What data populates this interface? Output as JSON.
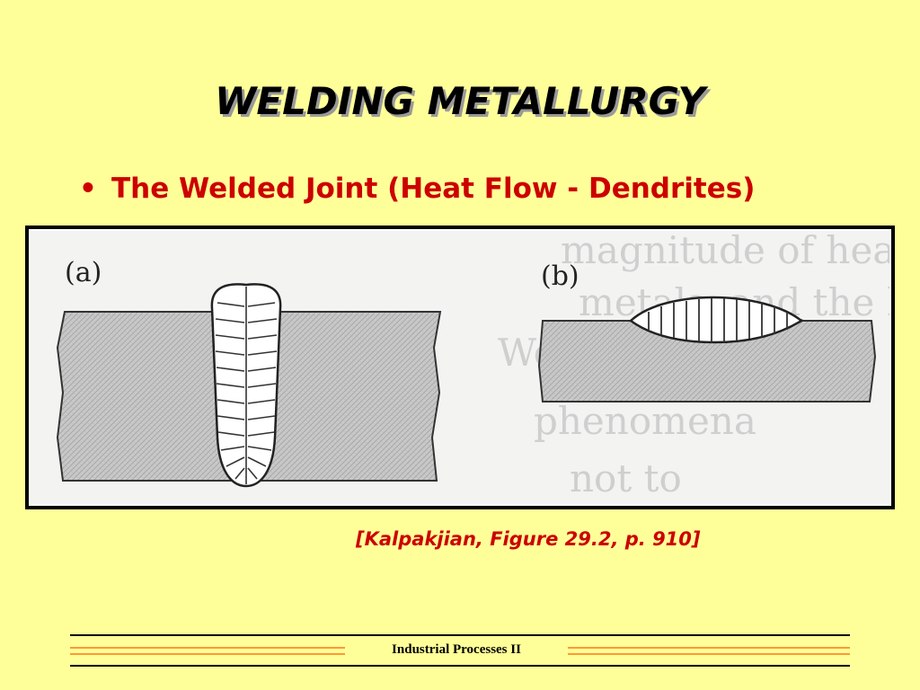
{
  "slide": {
    "title": "WELDING METALLURGY",
    "bullet": "The Welded Joint (Heat Flow - Dendrites)",
    "figure": {
      "label_a": "(a)",
      "label_b": "(b)",
      "background_text": [
        "magnitude of heat applied and",
        "metals, and the heat and mass",
        "We",
        "phenomena",
        "not to"
      ]
    },
    "citation": "[Kalpakjian, Figure 29.2, p. 910]",
    "footer": "Industrial Processes II"
  },
  "colors": {
    "background": "#ffff99",
    "accent_red": "#cc0000",
    "footer_orange": "#ff9933",
    "plate_gray": "#c8c8c8"
  }
}
